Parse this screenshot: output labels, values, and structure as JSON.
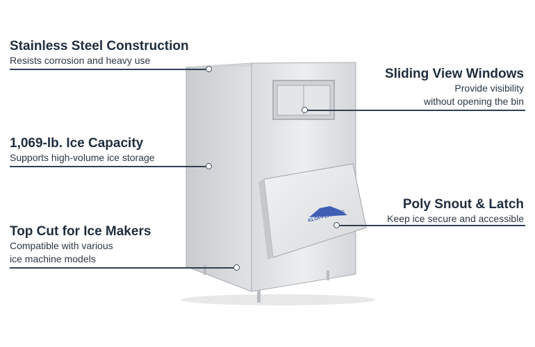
{
  "callouts": {
    "stainless": {
      "title": "Stainless Steel Construction",
      "desc": "Resists corrosion and heavy use"
    },
    "capacity": {
      "title": "1,069-lb. Ice Capacity",
      "desc": "Supports high-volume ice storage"
    },
    "topcut": {
      "title": "Top Cut for Ice Makers",
      "desc_line1": "Compatible with various",
      "desc_line2": "ice machine models"
    },
    "windows": {
      "title": "Sliding View Windows",
      "desc_line1": "Provide visibility",
      "desc_line2": "without opening the bin"
    },
    "snout": {
      "title": "Poly Snout & Latch",
      "desc": "Keep ice secure and accessible"
    }
  },
  "product": {
    "logo_text": "KLOPPENBERG"
  },
  "colors": {
    "text": "#1f2d3d",
    "line": "#2f3f52",
    "steel_light": "#e4e6e8",
    "steel_dark": "#b9bdc1",
    "logo_blue": "#3f5fb4"
  }
}
